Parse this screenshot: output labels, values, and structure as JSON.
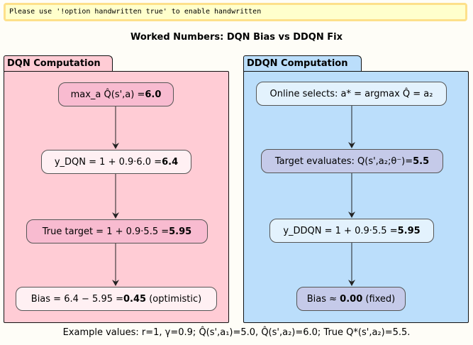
{
  "warning": "Please use '!option handwritten true' to enable handwritten",
  "title": "Worked Numbers: DQN Bias vs DDQN Fix",
  "colors": {
    "dqn_package": "#ffccd5",
    "dqn_node_dark": "#f8bbd0",
    "dqn_node_light": "#fff0f3",
    "ddqn_package": "#bbdefb",
    "ddqn_node_light": "#e3f2fd",
    "ddqn_node_dark": "#c5cae9"
  },
  "dqn": {
    "label": "DQN Computation",
    "nodes": [
      {
        "pre": "max_a Q̂(s',a) = ",
        "bold": "6.0",
        "post": ""
      },
      {
        "pre": "y_DQN = 1 + 0.9·6.0 = ",
        "bold": "6.4",
        "post": ""
      },
      {
        "pre": "True target = 1 + 0.9·5.5 = ",
        "bold": "5.95",
        "post": ""
      },
      {
        "pre": "Bias = 6.4 − 5.95 = ",
        "bold": "0.45",
        "post": " (optimistic)"
      }
    ]
  },
  "ddqn": {
    "label": "DDQN Computation",
    "nodes": [
      {
        "pre": "Online selects: a* = argmax Q̂ = a₂",
        "bold": "",
        "post": ""
      },
      {
        "pre": "Target evaluates: Q(s',a₂;θ⁻)=",
        "bold": "5.5",
        "post": ""
      },
      {
        "pre": "y_DDQN = 1 + 0.9·5.5 = ",
        "bold": "5.95",
        "post": ""
      },
      {
        "pre": "Bias ≈ ",
        "bold": "0.00",
        "post": " (fixed)"
      }
    ]
  },
  "caption": "Example values: r=1, γ=0.9; Q̂(s',a₁)=5.0, Q̂(s',a₂)=6.0; True Q*(s',a₂)=5.5."
}
